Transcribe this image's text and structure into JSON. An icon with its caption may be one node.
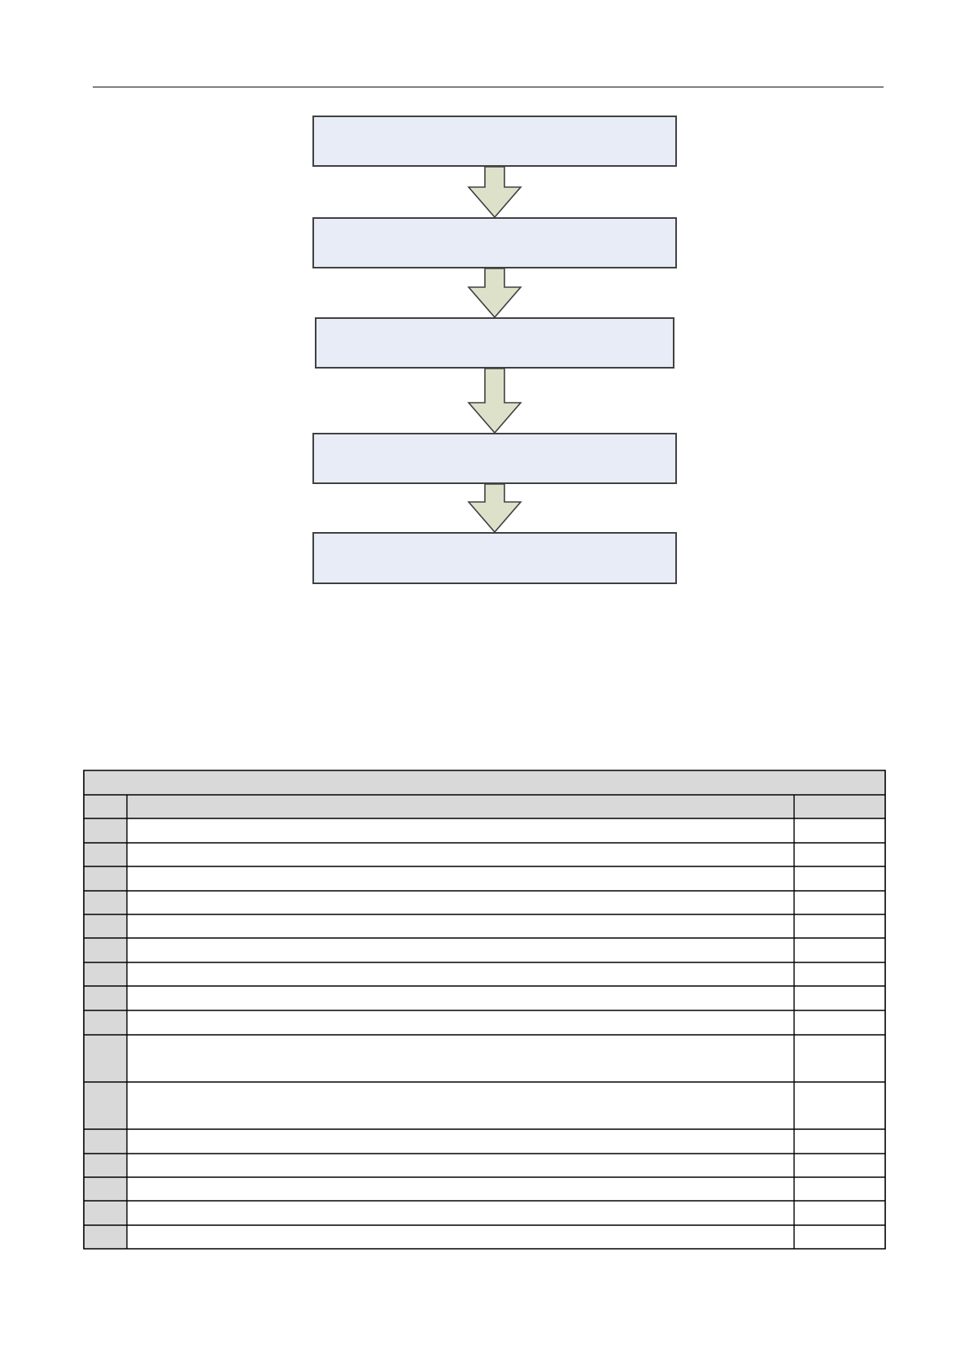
{
  "diagram": {
    "nodes": [
      {
        "text": [],
        "shape": "box"
      },
      {
        "text": [],
        "shape": "box"
      },
      {
        "text": [],
        "shape": "box"
      },
      {
        "text": [],
        "shape": "box"
      },
      {
        "text": [],
        "shape": "box"
      }
    ],
    "edges": [
      {
        "from": 0,
        "to": 1,
        "arrow": "to"
      },
      {
        "from": 1,
        "to": 2,
        "arrow": "to"
      },
      {
        "from": 2,
        "to": 3,
        "arrow": "to"
      },
      {
        "from": 3,
        "to": 4,
        "arrow": "to"
      }
    ]
  }
}
